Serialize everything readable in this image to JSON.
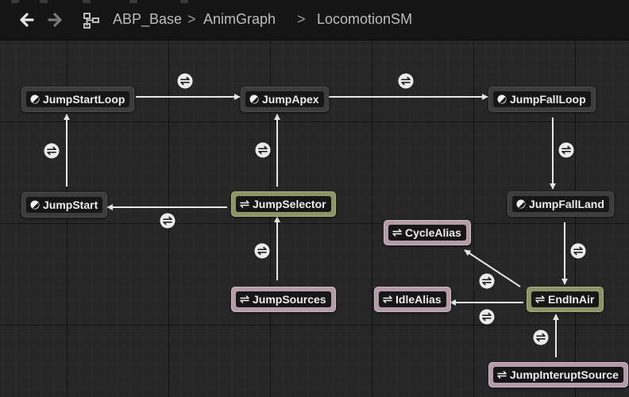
{
  "breadcrumb": {
    "items": [
      "ABP_Base",
      "AnimGraph",
      "LocomotionSM"
    ],
    "separators": [
      ">",
      ">"
    ]
  },
  "icons": {
    "back": "back-arrow-icon",
    "forward": "forward-arrow-icon",
    "hierarchy": "hierarchy-icon",
    "state": "state-icon",
    "conduit": "conduit-icon",
    "transition": "transition-icon"
  },
  "colors": {
    "state_node": "#3c3c3c",
    "conduit_node": "#8b9467",
    "alias_node": "#b39ba8",
    "wire": "#e6e6e6"
  },
  "graph": {
    "nodes": [
      {
        "id": "jump-start-loop",
        "label": "JumpStartLoop",
        "kind": "state"
      },
      {
        "id": "jump-apex",
        "label": "JumpApex",
        "kind": "state"
      },
      {
        "id": "jump-fall-loop",
        "label": "JumpFallLoop",
        "kind": "state"
      },
      {
        "id": "jump-start",
        "label": "JumpStart",
        "kind": "state"
      },
      {
        "id": "jump-selector",
        "label": "JumpSelector",
        "kind": "conduit"
      },
      {
        "id": "jump-fall-land",
        "label": "JumpFallLand",
        "kind": "state"
      },
      {
        "id": "cycle-alias",
        "label": "CycleAlias",
        "kind": "alias"
      },
      {
        "id": "jump-sources",
        "label": "JumpSources",
        "kind": "alias"
      },
      {
        "id": "idle-alias",
        "label": "IdleAlias",
        "kind": "alias"
      },
      {
        "id": "end-in-air",
        "label": "EndInAir",
        "kind": "conduit"
      },
      {
        "id": "jump-interupt-source",
        "label": "JumpInteruptSource",
        "kind": "alias"
      }
    ],
    "transitions": [
      {
        "from": "JumpStartLoop",
        "to": "JumpApex"
      },
      {
        "from": "JumpApex",
        "to": "JumpFallLoop"
      },
      {
        "from": "JumpStart",
        "to": "JumpStartLoop"
      },
      {
        "from": "JumpSelector",
        "to": "JumpApex"
      },
      {
        "from": "JumpSelector",
        "to": "JumpStart"
      },
      {
        "from": "JumpFallLoop",
        "to": "JumpFallLand"
      },
      {
        "from": "JumpSources",
        "to": "JumpSelector"
      },
      {
        "from": "JumpFallLand",
        "to": "EndInAir"
      },
      {
        "from": "EndInAir",
        "to": "CycleAlias"
      },
      {
        "from": "EndInAir",
        "to": "IdleAlias"
      },
      {
        "from": "JumpInteruptSource",
        "to": "EndInAir"
      }
    ]
  }
}
